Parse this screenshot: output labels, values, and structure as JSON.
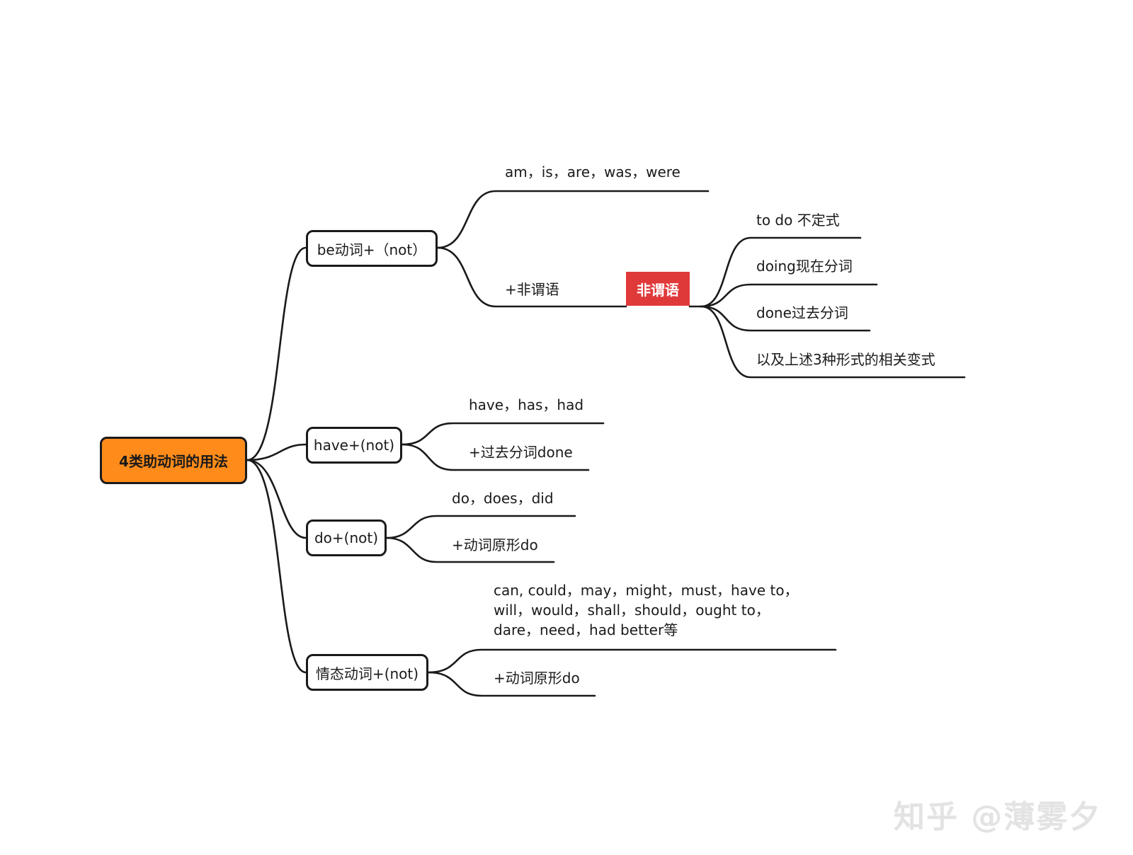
{
  "root": {
    "label": "4类助动词的用法",
    "color": "#ff8c1a"
  },
  "branches": [
    {
      "label": "be动词+（not）",
      "children": [
        {
          "label": "am，is，are，was，were"
        },
        {
          "label": "+非谓语",
          "tag": "非谓语",
          "tag_color": "#e0393a",
          "children": [
            {
              "label": "to do 不定式"
            },
            {
              "label": "doing现在分词"
            },
            {
              "label": "done过去分词"
            },
            {
              "label": "以及上述3种形式的相关变式"
            }
          ]
        }
      ]
    },
    {
      "label": "have+(not)",
      "children": [
        {
          "label": "have，has，had"
        },
        {
          "label": "+过去分词done"
        }
      ]
    },
    {
      "label": "do+(not)",
      "children": [
        {
          "label": "do，does，did"
        },
        {
          "label": "+动词原形do"
        }
      ]
    },
    {
      "label": "情态动词+(not)",
      "children": [
        {
          "label": "can, could，may，might，must，have to，\nwill，would，shall，should，ought to，\ndare，need，had better等"
        },
        {
          "label": "+动词原形do"
        }
      ]
    }
  ],
  "watermark": "知乎 @薄雾夕",
  "line_color": "#1a1a1a"
}
